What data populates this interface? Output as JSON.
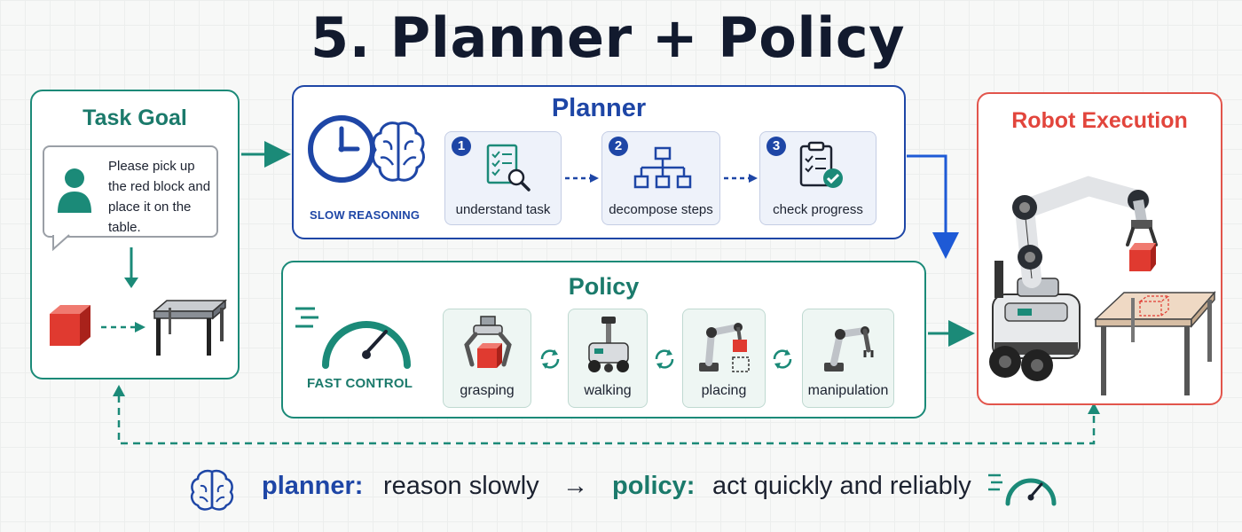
{
  "title": "5. Planner + Policy",
  "task_goal": {
    "title": "Task Goal",
    "instruction": "Please pick up the red block and place it on the table."
  },
  "planner": {
    "title": "Planner",
    "mode_label": "SLOW REASONING",
    "steps": [
      {
        "number": "1",
        "label": "understand task"
      },
      {
        "number": "2",
        "label": "decompose steps"
      },
      {
        "number": "3",
        "label": "check progress"
      }
    ]
  },
  "policy": {
    "title": "Policy",
    "mode_label": "FAST CONTROL",
    "skills": [
      {
        "label": "grasping"
      },
      {
        "label": "walking"
      },
      {
        "label": "placing"
      },
      {
        "label": "manipulation"
      }
    ]
  },
  "robot": {
    "title": "Robot Execution"
  },
  "footer": {
    "planner_kw": "planner:",
    "planner_text": "reason slowly",
    "arrow": "→",
    "policy_kw": "policy:",
    "policy_text": "act quickly and reliably"
  },
  "colors": {
    "planner_blue": "#1e46a6",
    "policy_teal": "#1b8a78",
    "robot_red": "#e2554c",
    "block_red": "#e03a30"
  },
  "icons": [
    "user-icon",
    "clock-icon",
    "brain-icon",
    "checklist-search-icon",
    "hierarchy-icon",
    "clipboard-check-icon",
    "speedometer-icon",
    "gripper-icon",
    "mobile-robot-icon",
    "robot-arm-icon",
    "table-icon",
    "block-icon"
  ]
}
